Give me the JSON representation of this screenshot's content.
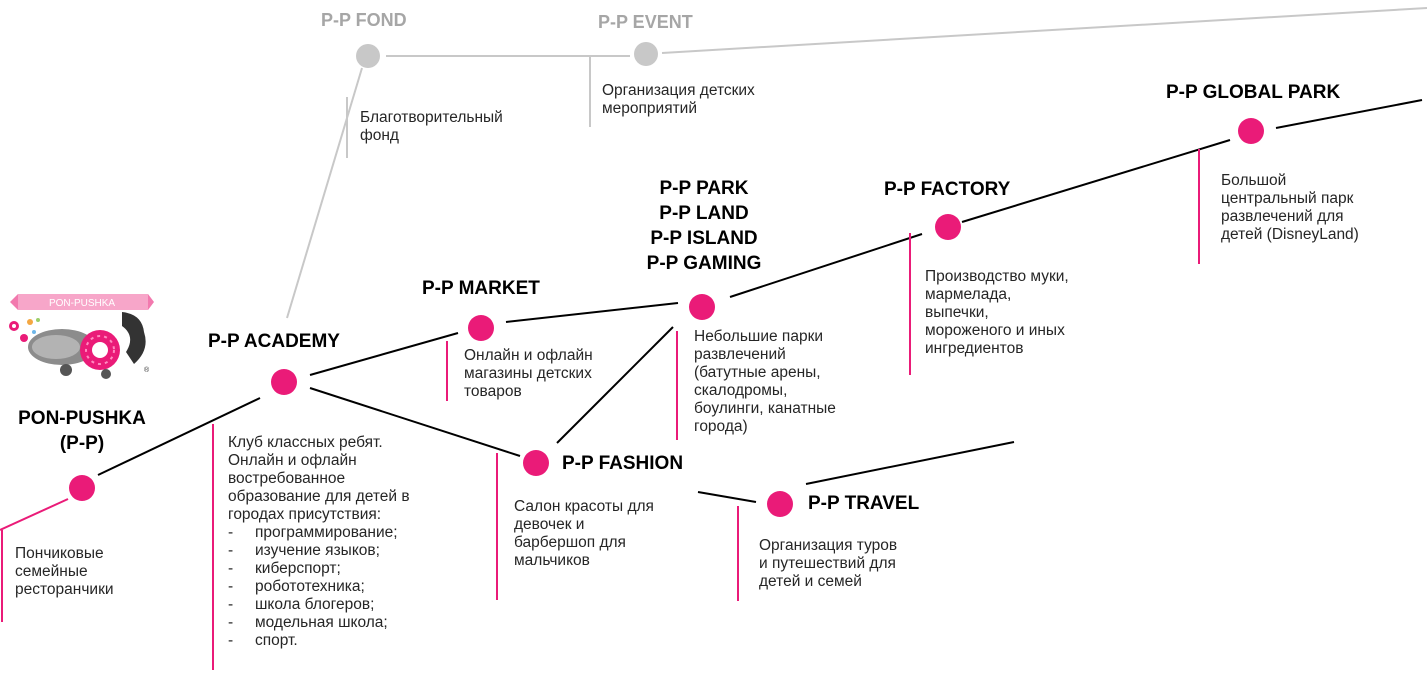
{
  "colors": {
    "accent": "#ea1b78",
    "muted": "#c8c8c8",
    "text": "#262626"
  },
  "logo": {
    "text": "PON-PUSHKA",
    "icon": "pon-pushka-cannon-donut-logo"
  },
  "nodes": {
    "ponpushka": {
      "title": [
        "PON-PUSHKA",
        "(P-P)"
      ],
      "desc": [
        "Пончиковые",
        "семейные",
        "ресторанчики"
      ]
    },
    "academy": {
      "title": [
        "P-P ACADEMY"
      ],
      "desc": [
        "Клуб классных ребят.",
        "Онлайн и офлайн",
        "востребованное",
        "образование для детей в",
        "городах присутствия:"
      ],
      "list": [
        "программирование;",
        "изучение языков;",
        "киберспорт;",
        "робототехника;",
        "школа блогеров;",
        "модельная школа;",
        "спорт."
      ]
    },
    "fond": {
      "title": [
        "P-P FOND"
      ],
      "desc": [
        "Благотворительный",
        "фонд"
      ]
    },
    "event": {
      "title": [
        "P-P EVENT"
      ],
      "desc": [
        "Организация детских",
        "мероприятий"
      ]
    },
    "market": {
      "title": [
        "P-P MARKET"
      ],
      "desc": [
        "Онлайн и офлайн",
        "магазины детских",
        "товаров"
      ]
    },
    "park": {
      "title": [
        "P-P PARK",
        "P-P LAND",
        "P-P ISLAND",
        "P-P GAMING"
      ],
      "desc": [
        "Небольшие парки",
        "развлечений",
        "(батутные арены,",
        "скалодромы,",
        "боулинги, канатные",
        "города)"
      ]
    },
    "factory": {
      "title": [
        "P-P FACTORY"
      ],
      "desc": [
        "Производство муки,",
        "мармелада,",
        "выпечки,",
        "мороженого и иных",
        "ингредиентов"
      ]
    },
    "global": {
      "title": [
        "P-P GLOBAL PARK"
      ],
      "desc": [
        "Большой",
        "центральный парк",
        "развлечений для",
        "детей (DisneyLand)"
      ]
    },
    "fashion": {
      "title": [
        "P-P FASHION"
      ],
      "desc": [
        "Салон красоты для",
        "девочек и",
        "барбершоп для",
        "мальчиков"
      ]
    },
    "travel": {
      "title": [
        "P-P TRAVEL"
      ],
      "desc": [
        "Организация туров",
        "и путешествий для",
        "детей и семей"
      ]
    }
  }
}
